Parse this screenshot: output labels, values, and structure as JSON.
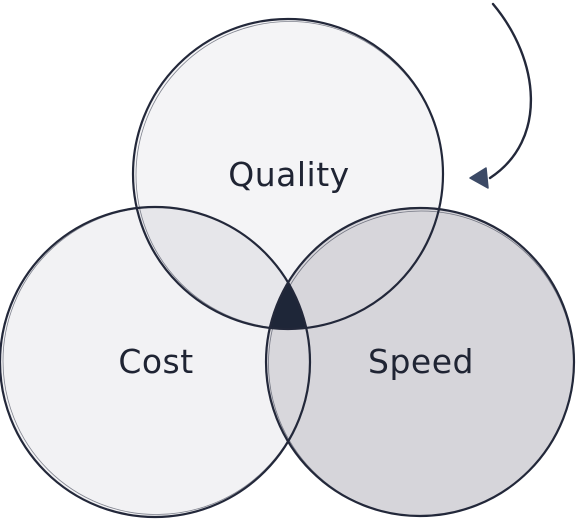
{
  "diagram": {
    "type": "venn",
    "sets": [
      {
        "id": "quality",
        "label": "Quality",
        "fill": "#f4f4f6"
      },
      {
        "id": "cost",
        "label": "Cost",
        "fill": "#f2f2f4"
      },
      {
        "id": "speed",
        "label": "Speed",
        "fill": "#d6d5da"
      }
    ],
    "overlap_colors": {
      "quality_cost": "#e6e6ea",
      "quality_speed": "#d7d6db",
      "cost_speed": "#d8d7dc",
      "center": "#1e2638"
    },
    "stroke_color": "#23283a",
    "arrow_color": "#3c4a66"
  }
}
